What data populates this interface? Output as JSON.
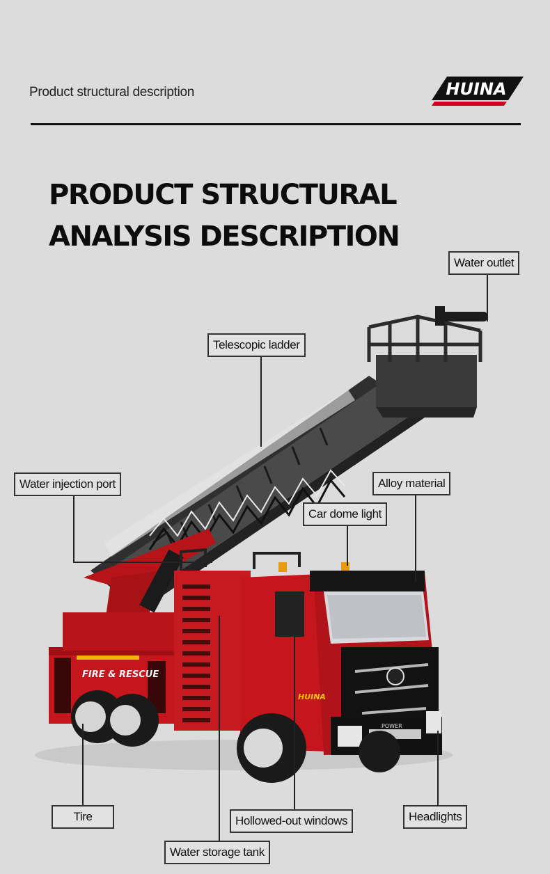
{
  "header": {
    "subtitle": "Product structural description",
    "logo_text": "HUINA"
  },
  "title": {
    "line1": "PRODUCT STRUCTURAL",
    "line2": "ANALYSIS DESCRIPTION"
  },
  "callouts": {
    "water_outlet": "Water outlet",
    "telescopic_ladder": "Telescopic ladder",
    "water_injection_port": "Water injection port",
    "alloy_material": "Alloy material",
    "car_dome_light": "Car dome light",
    "tire": "Tire",
    "hollowed_out_windows": "Hollowed-out windows",
    "headlights": "Headlights",
    "water_storage_tank": "Water storage tank"
  },
  "truck_markings": {
    "side_text": "FIRE & RESCUE",
    "brand_badge": "HUINA",
    "grille_text": "POWER"
  },
  "colors": {
    "background": "#dcdcdc",
    "truck_red": "#c4161c",
    "logo_red": "#d0021b",
    "ladder_gray": "#3a3a3a"
  }
}
